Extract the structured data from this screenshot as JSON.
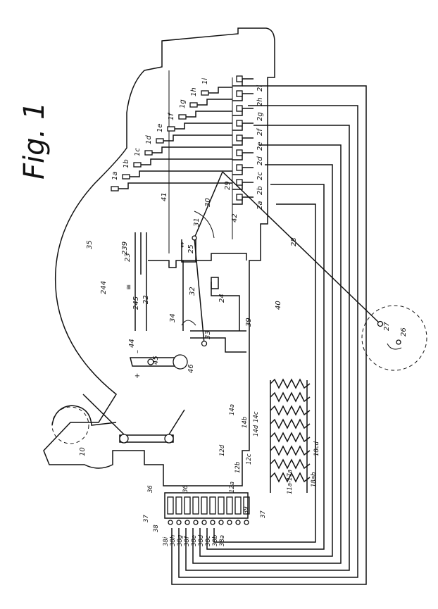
{
  "figure_title": "Fig. 1",
  "supply_symbol": "≅",
  "polarity": {
    "minus": "–",
    "plus": "+"
  },
  "arrow_glyph": "↔",
  "labels": {
    "top_switches": [
      "1a",
      "1b",
      "1c",
      "1d",
      "1e",
      "1f",
      "1g",
      "1h",
      "1i"
    ],
    "top_contacts": [
      "2a",
      "2b",
      "2c",
      "2d",
      "2e",
      "2f",
      "2g",
      "2h",
      "2i"
    ],
    "machine": [
      "10",
      "22",
      "23",
      "24",
      "25",
      "26",
      "27",
      "28",
      "29",
      "30",
      "31",
      "32",
      "33",
      "34",
      "35",
      "39",
      "40",
      "41",
      "42",
      "44",
      "45",
      "46",
      "239",
      "244",
      "245"
    ],
    "coil_group": [
      "14a",
      "14b",
      "14c",
      "14d",
      "12d",
      "12c",
      "12b",
      "12a",
      "11a-17a",
      "18ab",
      "18cd",
      "39",
      "37"
    ],
    "bottom_terminals": [
      "36",
      "36",
      "37",
      "38",
      "38i",
      "38h",
      "38g",
      "38f",
      "38e",
      "38d",
      "38c",
      "38b",
      "38a"
    ]
  }
}
